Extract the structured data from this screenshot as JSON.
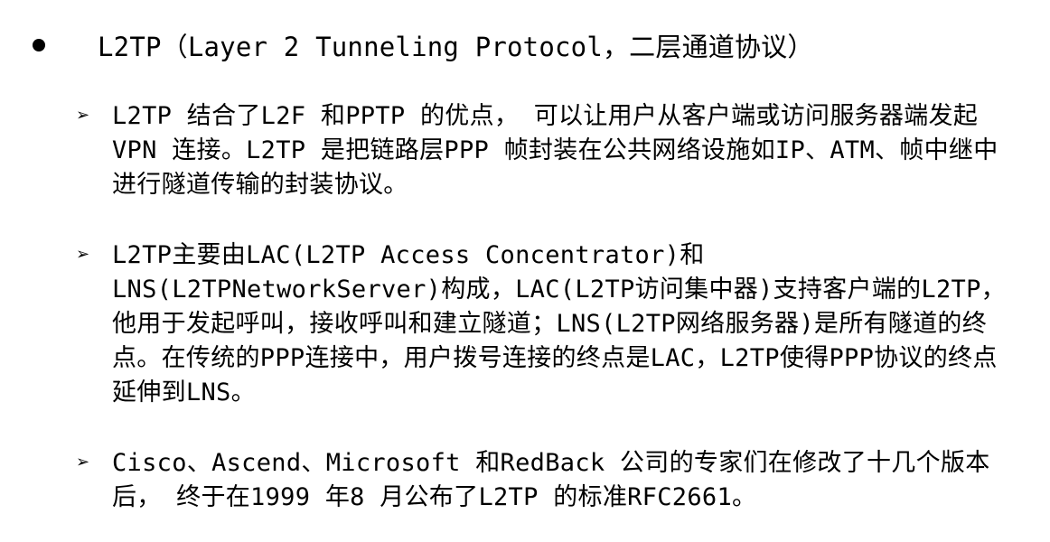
{
  "heading": {
    "text": "L2TP（Layer 2 Tunneling Protocol，二层通道协议）"
  },
  "items": [
    {
      "marker": "➢",
      "text": "L2TP 结合了L2F 和PPTP 的优点， 可以让用户从客户端或访问服务器端发起VPN 连接。L2TP 是把链路层PPP 帧封装在公共网络设施如IP、ATM、帧中继中进行隧道传输的封装协议。"
    },
    {
      "marker": "➢",
      "text": "L2TP主要由LAC(L2TP Access Concentrator)和LNS(L2TPNetworkServer)构成，LAC(L2TP访问集中器)支持客户端的L2TP，他用于发起呼叫，接收呼叫和建立隧道；LNS(L2TP网络服务器)是所有隧道的终点。在传统的PPP连接中，用户拨号连接的终点是LAC，L2TP使得PPP协议的终点延伸到LNS。"
    },
    {
      "marker": "➢",
      "text": "Cisco、Ascend、Microsoft 和RedBack 公司的专家们在修改了十几个版本后， 终于在1999 年8 月公布了L2TP 的标准RFC2661。"
    }
  ]
}
